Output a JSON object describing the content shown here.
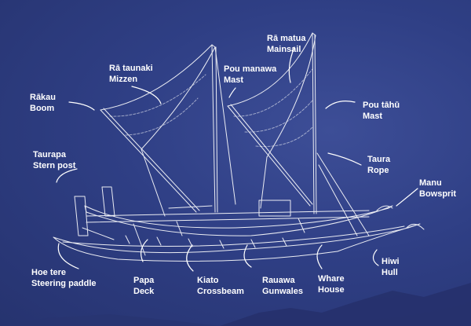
{
  "labels": {
    "rakau": {
      "line1": "Rākau",
      "line2": "Boom"
    },
    "ra_taunaki": {
      "line1": "Rā taunaki",
      "line2": "Mizzen"
    },
    "pou_manawa": {
      "line1": "Pou manawa",
      "line2": "Mast"
    },
    "ra_matua": {
      "line1": "Rā matua",
      "line2": "Mainsail"
    },
    "pou_tahu": {
      "line1": "Pou tāhū",
      "line2": "Mast"
    },
    "taurapa": {
      "line1": "Taurapa",
      "line2": "Stern post"
    },
    "taura": {
      "line1": "Taura",
      "line2": "Rope"
    },
    "manu": {
      "line1": "Manu",
      "line2": "Bowsprit"
    },
    "hoe_tere": {
      "line1": "Hoe tere",
      "line2": "Steering paddle"
    },
    "papa": {
      "line1": "Papa",
      "line2": "Deck"
    },
    "kiato": {
      "line1": "Kiato",
      "line2": "Crossbeam"
    },
    "rauawa": {
      "line1": "Rauawa",
      "line2": "Gunwales"
    },
    "whare": {
      "line1": "Whare",
      "line2": "House"
    },
    "hiwi": {
      "line1": "Hiwi",
      "line2": "Hull"
    }
  },
  "colors": {
    "background": "#2f3f85",
    "line": "#ffffff"
  },
  "icons": {
    "canoe": "double-hulled-voyaging-canoe-drawing"
  }
}
